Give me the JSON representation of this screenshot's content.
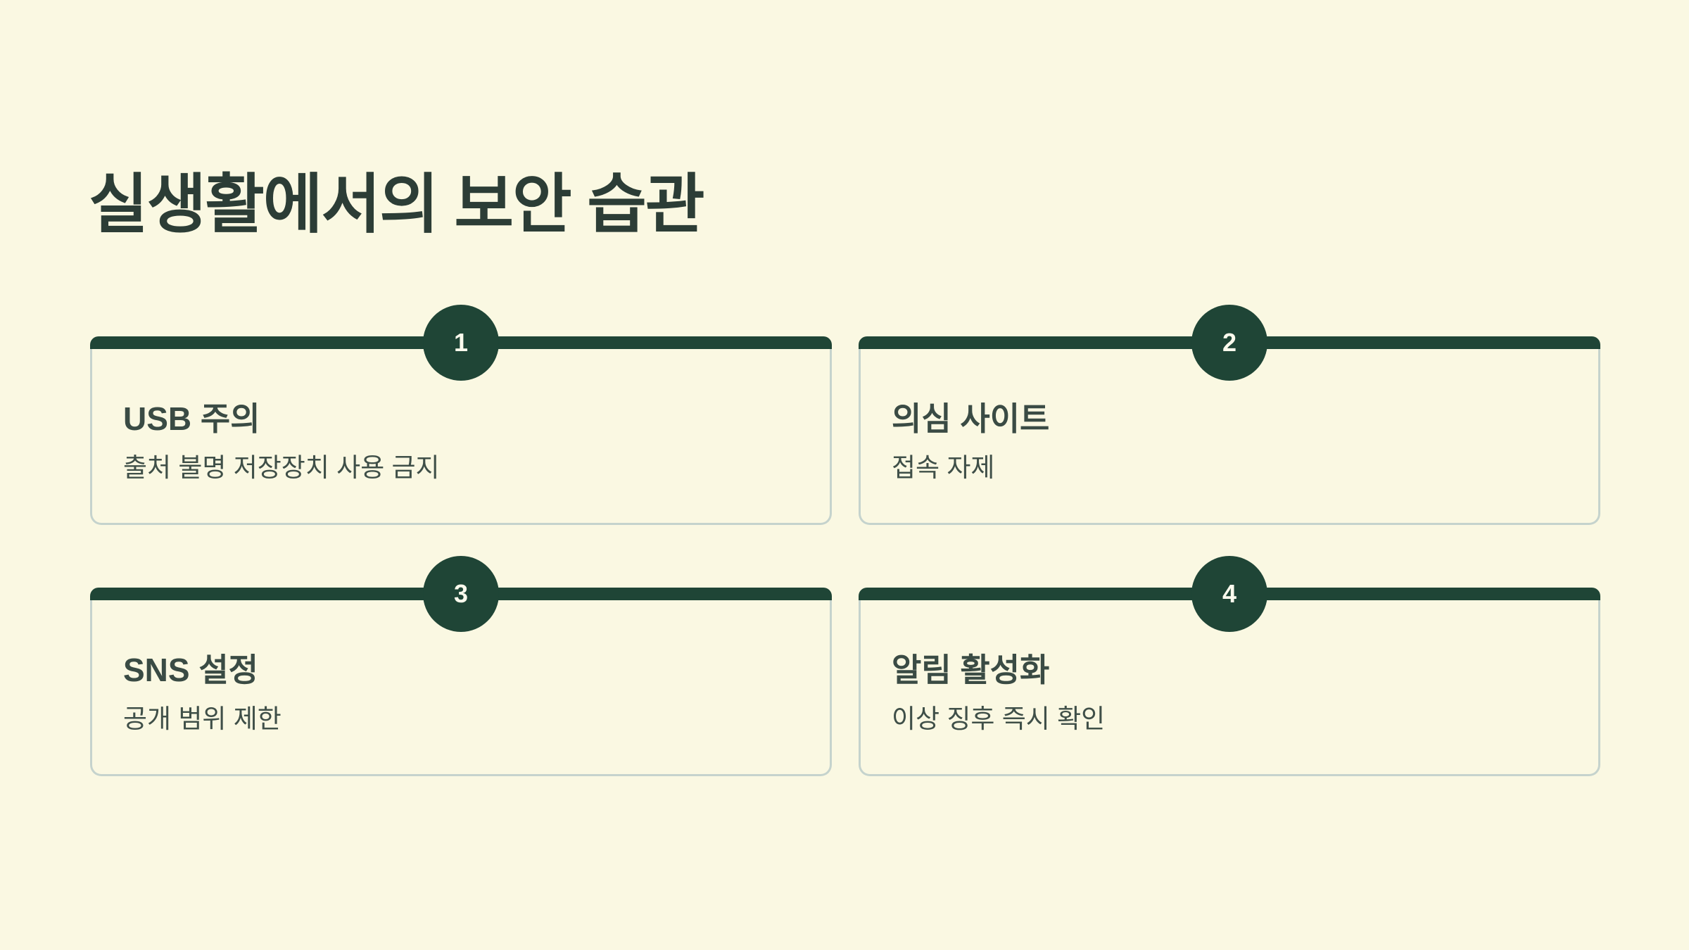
{
  "slide": {
    "title": "실생활에서의 보안 습관"
  },
  "cards": [
    {
      "number": "1",
      "title": "USB 주의",
      "subtitle": "출처 불명 저장장치 사용 금지"
    },
    {
      "number": "2",
      "title": "의심 사이트",
      "subtitle": "접속 자제"
    },
    {
      "number": "3",
      "title": "SNS 설정",
      "subtitle": "공개 범위 제한"
    },
    {
      "number": "4",
      "title": "알림 활성화",
      "subtitle": "이상 징후 즉시 확인"
    }
  ],
  "colors": {
    "background": "#FAF8E2",
    "accent_green": "#1F4536",
    "heading_text": "#2C3D36",
    "card_title_text": "#3A4B44",
    "card_subtitle_text": "#3F4F48",
    "card_border": "#C5D3CD",
    "badge_text": "#FCFBEE"
  }
}
